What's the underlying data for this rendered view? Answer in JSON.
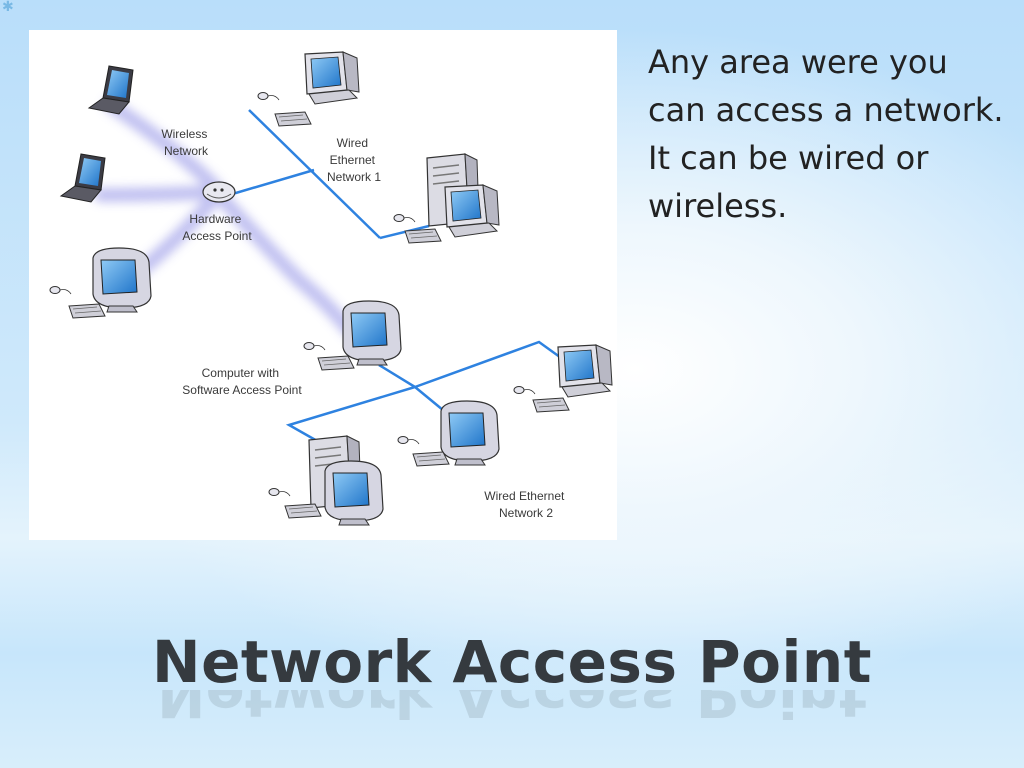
{
  "slide": {
    "title": "Network Access Point",
    "body_text": "Any area were you can access a network.  It can be wired or wireless."
  },
  "diagram": {
    "labels": {
      "wireless_network": [
        "Wireless",
        "Network"
      ],
      "wired_network_1": [
        "Wired",
        "Ethernet",
        "Network 1"
      ],
      "hardware_access_point": [
        "Hardware",
        "Access Point"
      ],
      "software_access_point": [
        "Computer with",
        "Software Access Point"
      ],
      "wired_network_2": [
        "Wired Ethernet",
        "Network 2"
      ]
    },
    "colors": {
      "ethernet": "#2e82e0",
      "wireless_glow": "#b9b9ef",
      "screen": "#4da3e6"
    },
    "icons": [
      "laptop-icon",
      "desktop-computer-icon",
      "tower-computer-icon",
      "access-point-icon",
      "keyboard-icon",
      "mouse-icon"
    ]
  }
}
